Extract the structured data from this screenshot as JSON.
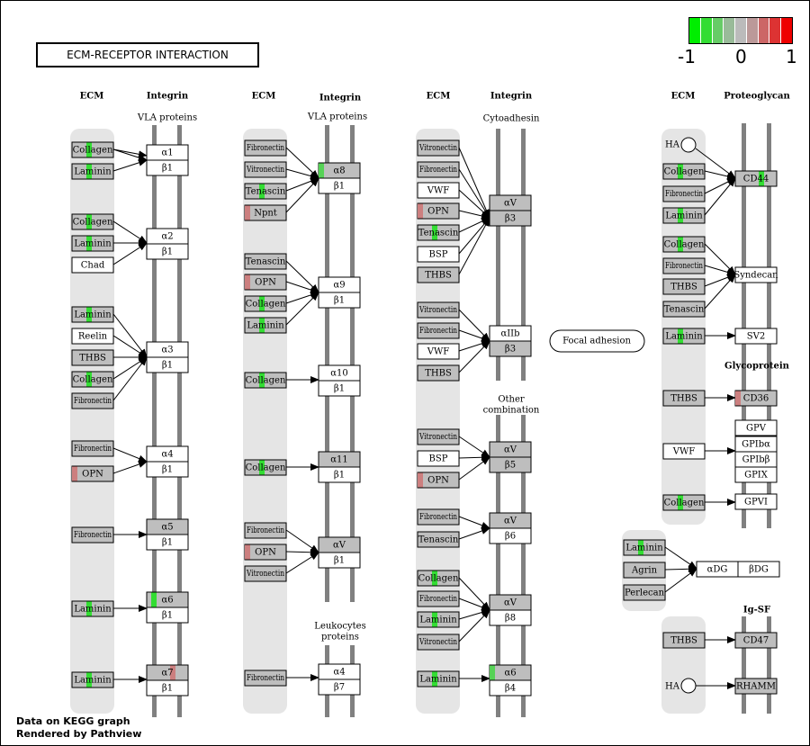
{
  "title": "ECM-RECEPTOR INTERACTION",
  "legend": {
    "min": "-1",
    "mid": "0",
    "max": "1",
    "colors": [
      "#00ee00",
      "#33dd33",
      "#66cc66",
      "#99bb99",
      "#bbbbbb",
      "#bb9999",
      "#cc6666",
      "#dd3333",
      "#ee0000"
    ]
  },
  "footer": {
    "line1": "Data on KEGG graph",
    "line2": "Rendered by Pathview"
  },
  "focal": "Focal adhesion",
  "headers": {
    "col1": [
      "ECM",
      "Integrin"
    ],
    "col2": [
      "ECM",
      "Integrin"
    ],
    "col3": [
      "ECM",
      "Integrin"
    ],
    "col4": [
      "ECM",
      "Proteoglycan"
    ]
  },
  "subheaders": {
    "vla1": "VLA proteins",
    "vla2": "VLA proteins",
    "cyto": "Cytoadhesin",
    "other1": "Other",
    "other2": "combination",
    "leuko1": "Leukocytes",
    "leuko2": "proteins",
    "glyco": "Glycoprotein",
    "igsf": "Ig-SF"
  },
  "colors": {
    "gray": "#bebebe",
    "green": "#56d256",
    "red": "#cc7f7f",
    "bright": "#33dd33"
  },
  "ligands": {
    "c1_collagen1": "Collagen",
    "c1_laminin1": "Laminin",
    "c1_collagen2": "Collagen",
    "c1_laminin2": "Laminin",
    "c1_chad": "Chad",
    "c1_laminin3": "Laminin",
    "c1_reelin": "Reelin",
    "c1_thbs": "THBS",
    "c1_collagen3": "Collagen",
    "c1_fibro1": "Fibronectin",
    "c1_fibro2": "Fibronectin",
    "c1_opn": "OPN",
    "c1_fibro3": "Fibronectin",
    "c1_laminin4": "Laminin",
    "c1_laminin5": "Laminin",
    "c2_fibro1": "Fibronectin",
    "c2_vitro1": "Vitronectin",
    "c2_tenascin1": "Tenascin",
    "c2_npnt": "Npnt",
    "c2_tenascin2": "Tenascin",
    "c2_opn1": "OPN",
    "c2_collagen1": "Collagen",
    "c2_laminin1": "Laminin",
    "c2_collagen2": "Collagen",
    "c2_collagen3": "Collagen",
    "c2_fibro2": "Fibronectin",
    "c2_opn2": "OPN",
    "c2_vitro2": "Vitronectin",
    "c2_fibro3": "Fibronectin",
    "c3_vitro1": "Vitronectin",
    "c3_fibro1": "Fibronectin",
    "c3_vwf1": "VWF",
    "c3_opn1": "OPN",
    "c3_tenascin1": "Tenascin",
    "c3_bsp1": "BSP",
    "c3_thbs1": "THBS",
    "c3_vitro2": "Vitronectin",
    "c3_fibro2": "Fibronectin",
    "c3_vwf2": "VWF",
    "c3_thbs2": "THBS",
    "c3_vitro3": "Vitronectin",
    "c3_bsp2": "BSP",
    "c3_opn2": "OPN",
    "c3_fibro3": "Fibronectin",
    "c3_tenascin2": "Tenascin",
    "c3_collagen": "Collagen",
    "c3_fibro4": "Fibronectin",
    "c3_laminin1": "Laminin",
    "c3_vitro4": "Vitronectin",
    "c3_laminin2": "Laminin",
    "c4_ha1": "HA",
    "c4_collagen1": "Collagen",
    "c4_fibro1": "Fibronectin",
    "c4_laminin1": "Laminin",
    "c4_collagen2": "Collagen",
    "c4_fibro2": "Fibronectin",
    "c4_thbs1": "THBS",
    "c4_tenascin": "Tenascin",
    "c4_laminin2": "Laminin",
    "c4_thbs2": "THBS",
    "c4_vwf": "VWF",
    "c4_collagen3": "Collagen",
    "c4_laminin3": "Laminin",
    "c4_agrin": "Agrin",
    "c4_perlecan": "Perlecan",
    "c4_thbs3": "THBS",
    "c4_ha2": "HA"
  },
  "receptors": {
    "a1": "α1",
    "b1_1": "β1",
    "a2": "α2",
    "b1_2": "β1",
    "a3": "α3",
    "b1_3": "β1",
    "a4": "α4",
    "b1_4": "β1",
    "a5": "α5",
    "b1_5": "β1",
    "a6": "α6",
    "b1_6": "β1",
    "a7": "α7",
    "b1_7": "β1",
    "a8": "α8",
    "b1_8": "β1",
    "a9": "α9",
    "b1_9": "β1",
    "a10": "α10",
    "b1_10": "β1",
    "a11": "α11",
    "b1_11": "β1",
    "aV1": "αV",
    "b1_12": "β1",
    "a4b": "α4",
    "b7": "β7",
    "aV2": "αV",
    "b3_1": "β3",
    "aIIb": "αIIb",
    "b3_2": "β3",
    "aV3": "αV",
    "b5": "β5",
    "aV4": "αV",
    "b6": "β6",
    "aV5": "αV",
    "b8": "β8",
    "a6b": "α6",
    "b4": "β4",
    "cd44": "CD44",
    "syndecan": "Syndecan",
    "sv2": "SV2",
    "cd36": "CD36",
    "gpv": "GPV",
    "gpiba": "GPIbα",
    "gpibb": "GPIbβ",
    "gpix": "GPIX",
    "gpvi": "GPVI",
    "adg": "αDG",
    "bdg": "βDG",
    "cd47": "CD47",
    "rhamm": "RHAMM"
  }
}
